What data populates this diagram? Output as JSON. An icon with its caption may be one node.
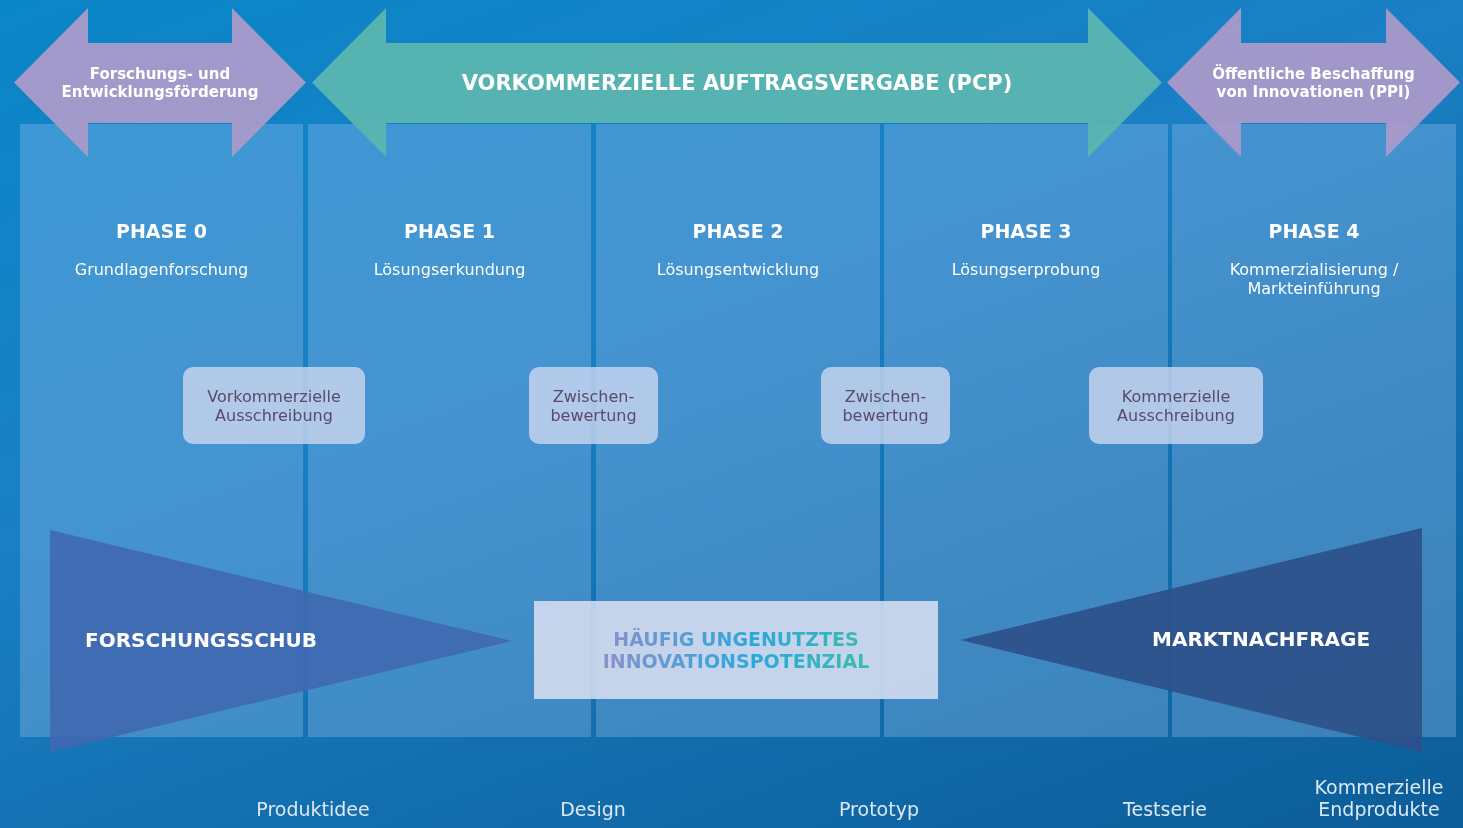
{
  "diagram": {
    "nodes": [
      {
        "text": [
          "Forschungs- und Entwicklungsförderung"
        ]
      },
      {
        "text": [
          "VORKOMMERZIELLE AUFTRAGSVERGABE (PCP)"
        ]
      },
      {
        "text": [
          "Öffentliche Beschaffung von Innovationen (PPI)"
        ]
      },
      {
        "text": [
          "PHASE 0",
          "Grundlagenforschung"
        ]
      },
      {
        "text": [
          "PHASE 1",
          "Lösungserkundung"
        ]
      },
      {
        "text": [
          "PHASE 2",
          "Lösungsentwicklung"
        ]
      },
      {
        "text": [
          "PHASE 3",
          "Lösungserprobung"
        ]
      },
      {
        "text": [
          "PHASE 4",
          "Kommerzialisierung / Markteinführung"
        ]
      },
      {
        "text": [
          "Vorkommerzielle Ausschreibung"
        ]
      },
      {
        "text": [
          "Zwischen- bewertung"
        ]
      },
      {
        "text": [
          "Zwischen- bewertung"
        ]
      },
      {
        "text": [
          "Kommerzielle Ausschreibung"
        ]
      },
      {
        "text": [
          "FORSCHUNGSSCHUB"
        ]
      },
      {
        "text": [
          "HÄUFIG UNGENUTZTES INNOVATIONSPOTENZIAL"
        ]
      },
      {
        "text": [
          "MARKTNACHFRAGE"
        ]
      }
    ],
    "edges": [],
    "labels": [
      "Produktidee",
      "Design",
      "Prototyp",
      "Testserie",
      "Kommerzielle Endprodukte"
    ]
  }
}
